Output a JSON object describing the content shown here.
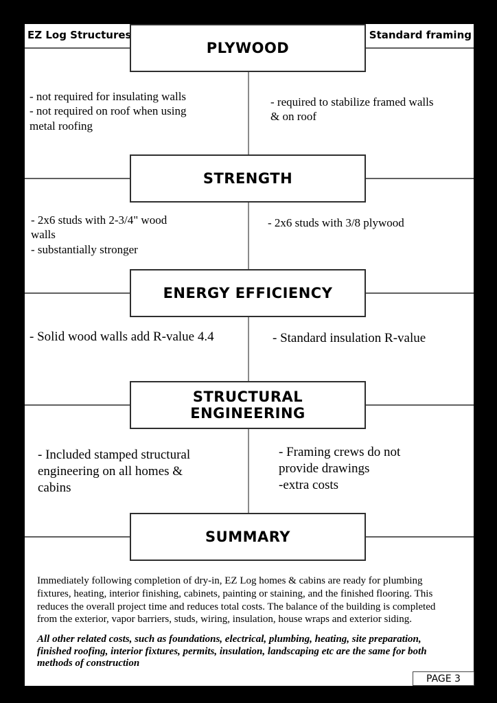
{
  "header": {
    "left_column": "EZ Log Structures",
    "right_column": "Standard framing"
  },
  "sections": [
    {
      "title": "PLYWOOD",
      "left": "- not required for insulating walls\n- not required on roof when using\nmetal roofing",
      "right": "- required to stabilize framed walls\n& on roof"
    },
    {
      "title": "STRENGTH",
      "left": "- 2x6 studs with 2-3/4\" wood\nwalls\n- substantially stronger",
      "right": "- 2x6 studs with 3/8 plywood"
    },
    {
      "title": "ENERGY EFFICIENCY",
      "left": "- Solid wood walls add R-value 4.4",
      "right": "- Standard insulation R-value"
    },
    {
      "title": "STRUCTURAL\nENGINEERING",
      "left": "- Included stamped structural\nengineering on all homes &\ncabins",
      "right": "- Framing crews do not\nprovide drawings\n-extra costs"
    },
    {
      "title": "SUMMARY"
    }
  ],
  "summary": {
    "paragraph_1": "Immediately following completion of dry-in, EZ Log homes & cabins are ready for plumbing fixtures, heating, interior finishing, cabinets, painting or staining, and the finished flooring. This reduces the overall project time and reduces total costs. The balance of the building is completed from the exterior, vapor barriers, studs, wiring, insulation, house wraps and exterior siding.",
    "paragraph_2": "All other related costs, such as foundations, electrical, plumbing, heating, site preparation, finished roofing, interior fixtures, permits, insulation, landscaping etc are the same for both methods of construction"
  },
  "footer": {
    "page_label": "PAGE 3"
  },
  "colors": {
    "page_background": "#ffffff",
    "outer_background": "#000000",
    "connector_line": "#5f5f5f",
    "box_border": "#2e2e2e",
    "text": "#000000"
  }
}
